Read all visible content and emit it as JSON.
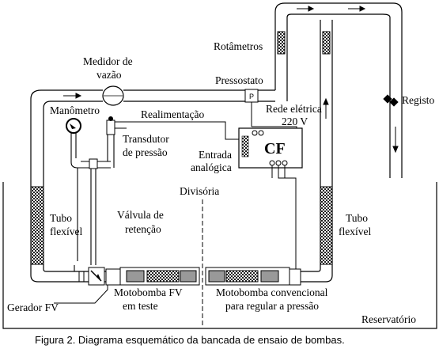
{
  "labels": {
    "medidor_line1": "Medidor de",
    "medidor_line2": "vazão",
    "manometro": "Manômetro",
    "rotametros": "Rotâmetros",
    "pressostato": "Pressostato",
    "registo": "Registo",
    "realimentacao": "Realimentação",
    "rede_eletrica": "Rede elétrica",
    "voltage": "220 V",
    "transdutor_line1": "Transdutor",
    "transdutor_line2": "de pressão",
    "cf": "CF",
    "p": "P",
    "entrada_line1": "Entrada",
    "entrada_line2": "analógica",
    "divisoria": "Divisória",
    "tubo_left_line1": "Tubo",
    "tubo_left_line2": "flexível",
    "tubo_right_line1": "Tubo",
    "tubo_right_line2": "flexível",
    "valvula_line1": "Válvula de",
    "valvula_line2": "retenção",
    "gerador": "Gerador FV",
    "motobomba_fv_line1": "Motobomba FV",
    "motobomba_fv_line2": "em teste",
    "motobomba_conv_line1": "Motobomba convencional",
    "motobomba_conv_line2": "para regular a pressão",
    "reservatorio": "Reservatório"
  },
  "caption": "Figura 2. Diagrama esquemático da bancada de ensaio de bombas."
}
